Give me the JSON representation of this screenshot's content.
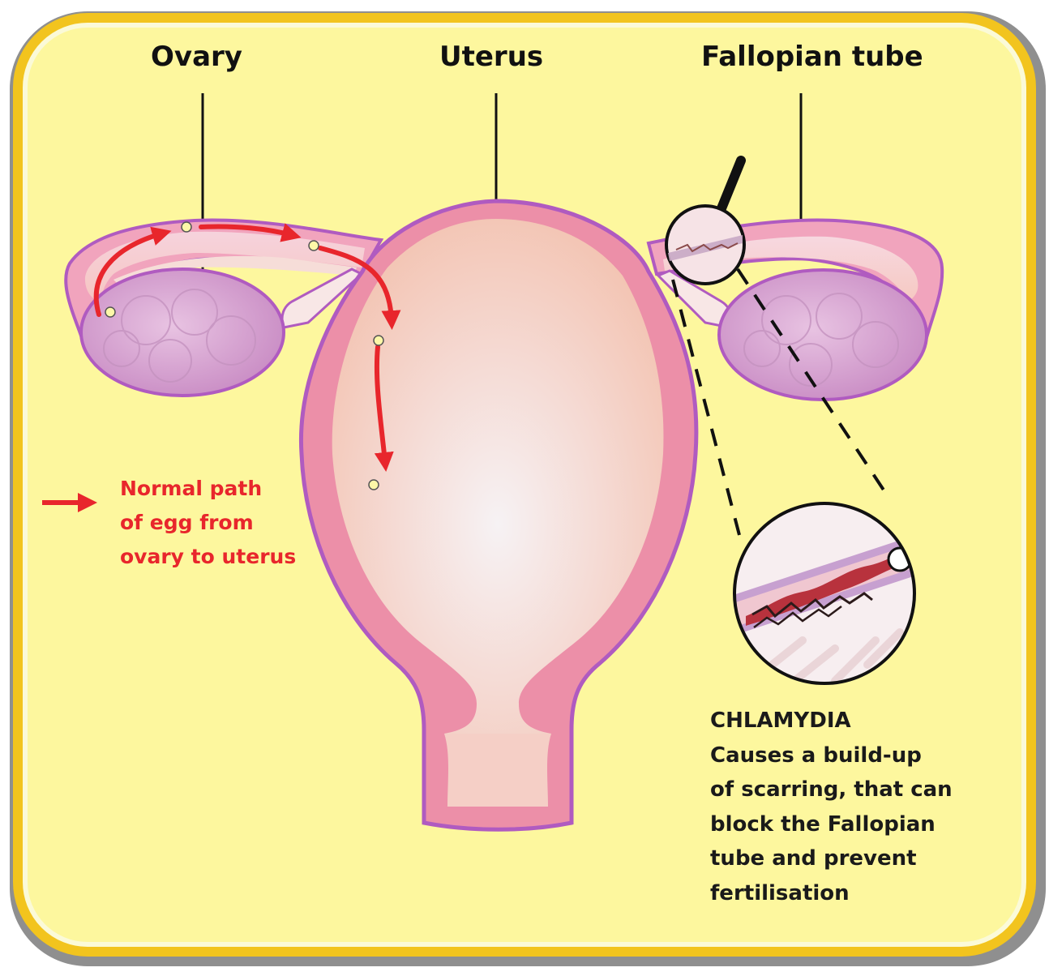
{
  "labels": {
    "ovary": "Ovary",
    "uterus": "Uterus",
    "fallopian_tube": "Fallopian tube"
  },
  "legend": {
    "lines": [
      "Normal path",
      "of egg from",
      "ovary to uterus"
    ],
    "color": "#e8262c"
  },
  "note": {
    "title": "CHLAMYDIA",
    "lines": [
      "Causes a build-up",
      "of scarring, that can",
      "block the Fallopian",
      "tube and prevent",
      "fertilisation"
    ]
  },
  "colors": {
    "background": "#fdf79e",
    "frame": "#f2c41e",
    "uterus_wall": "#ec8fa8",
    "uterus_outline": "#b05bc0",
    "ovary": "#d7a3d1",
    "path_arrow": "#e8262c",
    "egg": "#fdf7a8"
  }
}
